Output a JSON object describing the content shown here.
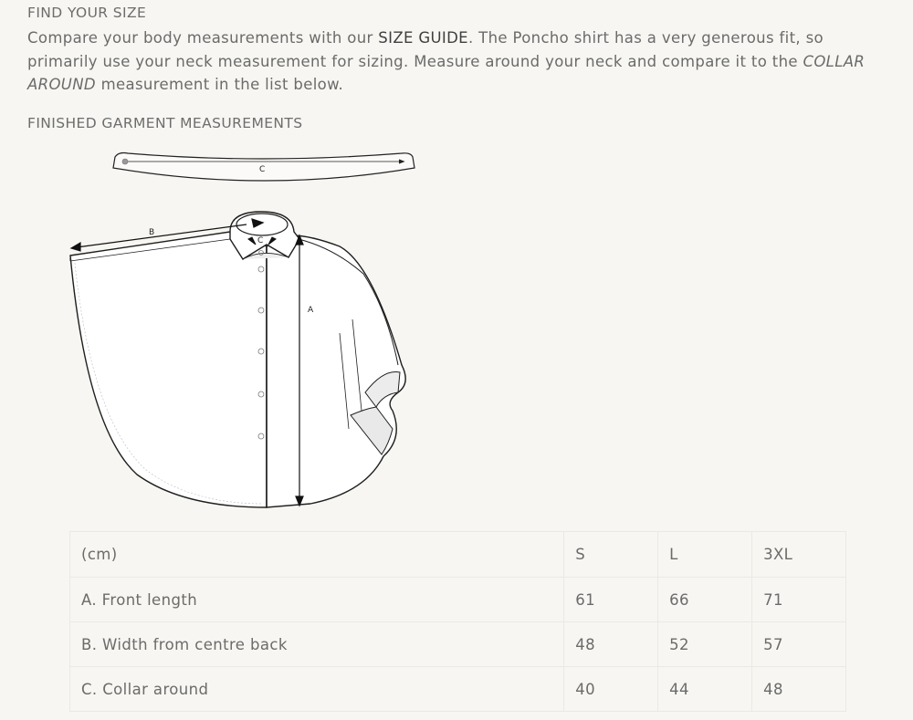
{
  "find_size": {
    "heading": "FIND YOUR SIZE",
    "intro_part1": "Compare your body measurements with our ",
    "size_guide_link": "SIZE GUIDE",
    "intro_part2": ". The Poncho shirt has a very generous fit, so primarily use your neck measurement for sizing. Measure around your neck and compare it to the ",
    "collar_around_emphasis": "COLLAR AROUND",
    "intro_part3": " measurement in the list below."
  },
  "garment": {
    "heading": "FINISHED GARMENT MEASUREMENTS",
    "illustration_labels": {
      "a": "A",
      "b": "B",
      "c": "C"
    }
  },
  "measurements_table": {
    "unit_header": "(cm)",
    "size_headers": [
      "S",
      "L",
      "3XL"
    ],
    "rows": [
      {
        "label": "A. Front length",
        "values": [
          "61",
          "66",
          "71"
        ]
      },
      {
        "label": "B. Width from centre back",
        "values": [
          "48",
          "52",
          "57"
        ]
      },
      {
        "label": "C. Collar around",
        "values": [
          "40",
          "44",
          "48"
        ]
      }
    ]
  },
  "colors": {
    "background": "#f7f6f2",
    "text": "#6b6b6b",
    "link": "#3f3f3f",
    "table_border": "#ebe9e4"
  }
}
